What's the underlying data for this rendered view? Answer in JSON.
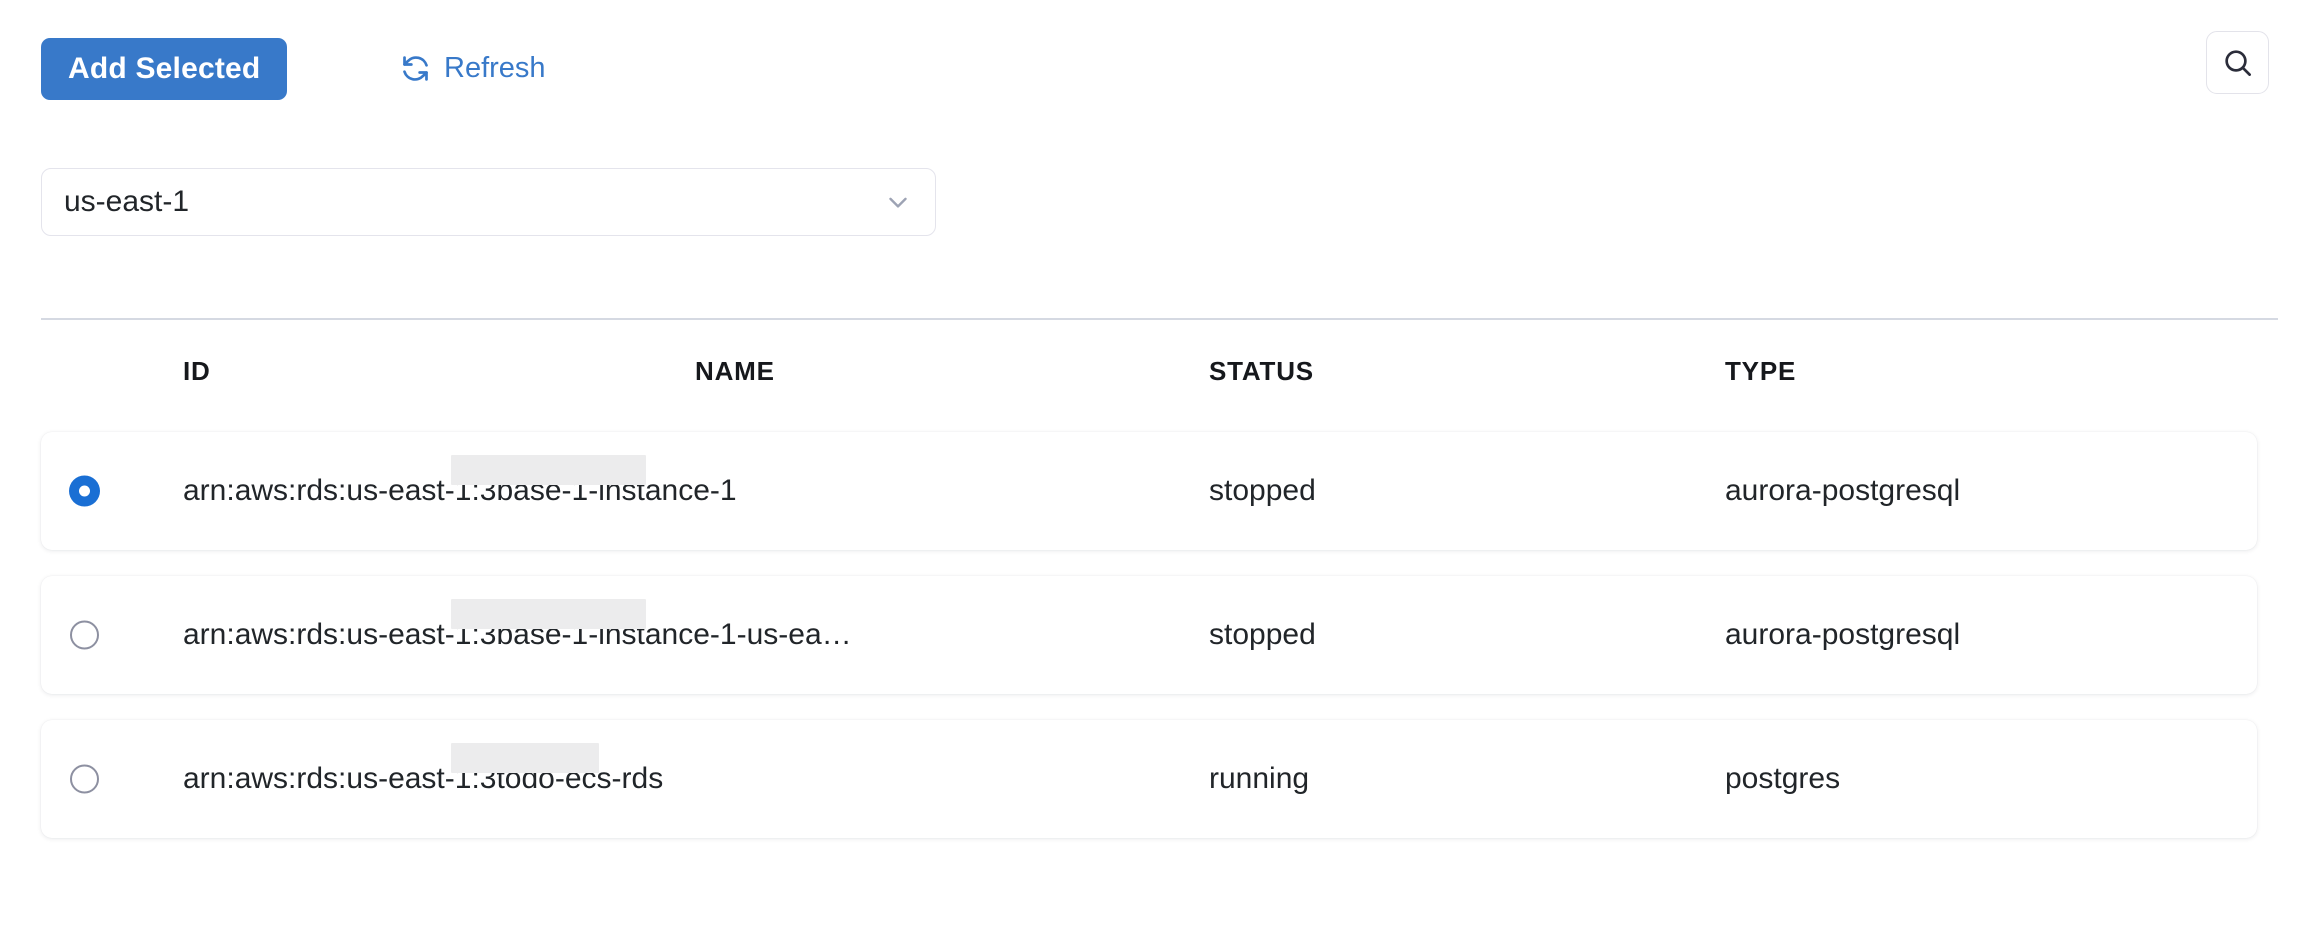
{
  "toolbar": {
    "add_selected_label": "Add Selected",
    "refresh_label": "Refresh",
    "refresh_icon": "refresh-icon",
    "search_icon": "search-icon",
    "accent_color": "#3879c9"
  },
  "region_select": {
    "value": "us-east-1",
    "chevron_icon": "chevron-down-icon"
  },
  "table": {
    "columns": [
      {
        "key": "select",
        "label": ""
      },
      {
        "key": "id",
        "label": "ID"
      },
      {
        "key": "name",
        "label": "NAME"
      },
      {
        "key": "status",
        "label": "STATUS"
      },
      {
        "key": "type",
        "label": "TYPE"
      }
    ],
    "rows": [
      {
        "selected": true,
        "id_prefix": "arn:aws:rds:us-east-1:3",
        "id_suffix": "base-1-instance-1",
        "id_redacted": true,
        "status": "stopped",
        "type": "aurora-postgresql"
      },
      {
        "selected": false,
        "id_prefix": "arn:aws:rds:us-east-1:3",
        "id_suffix": "base-1-instance-1-us-ea…",
        "id_redacted": true,
        "status": "stopped",
        "type": "aurora-postgresql"
      },
      {
        "selected": false,
        "id_prefix": "arn:aws:rds:us-east-1:3",
        "id_suffix": "todo-ecs-rds",
        "id_redacted": true,
        "status": "running",
        "type": "postgres"
      }
    ]
  }
}
